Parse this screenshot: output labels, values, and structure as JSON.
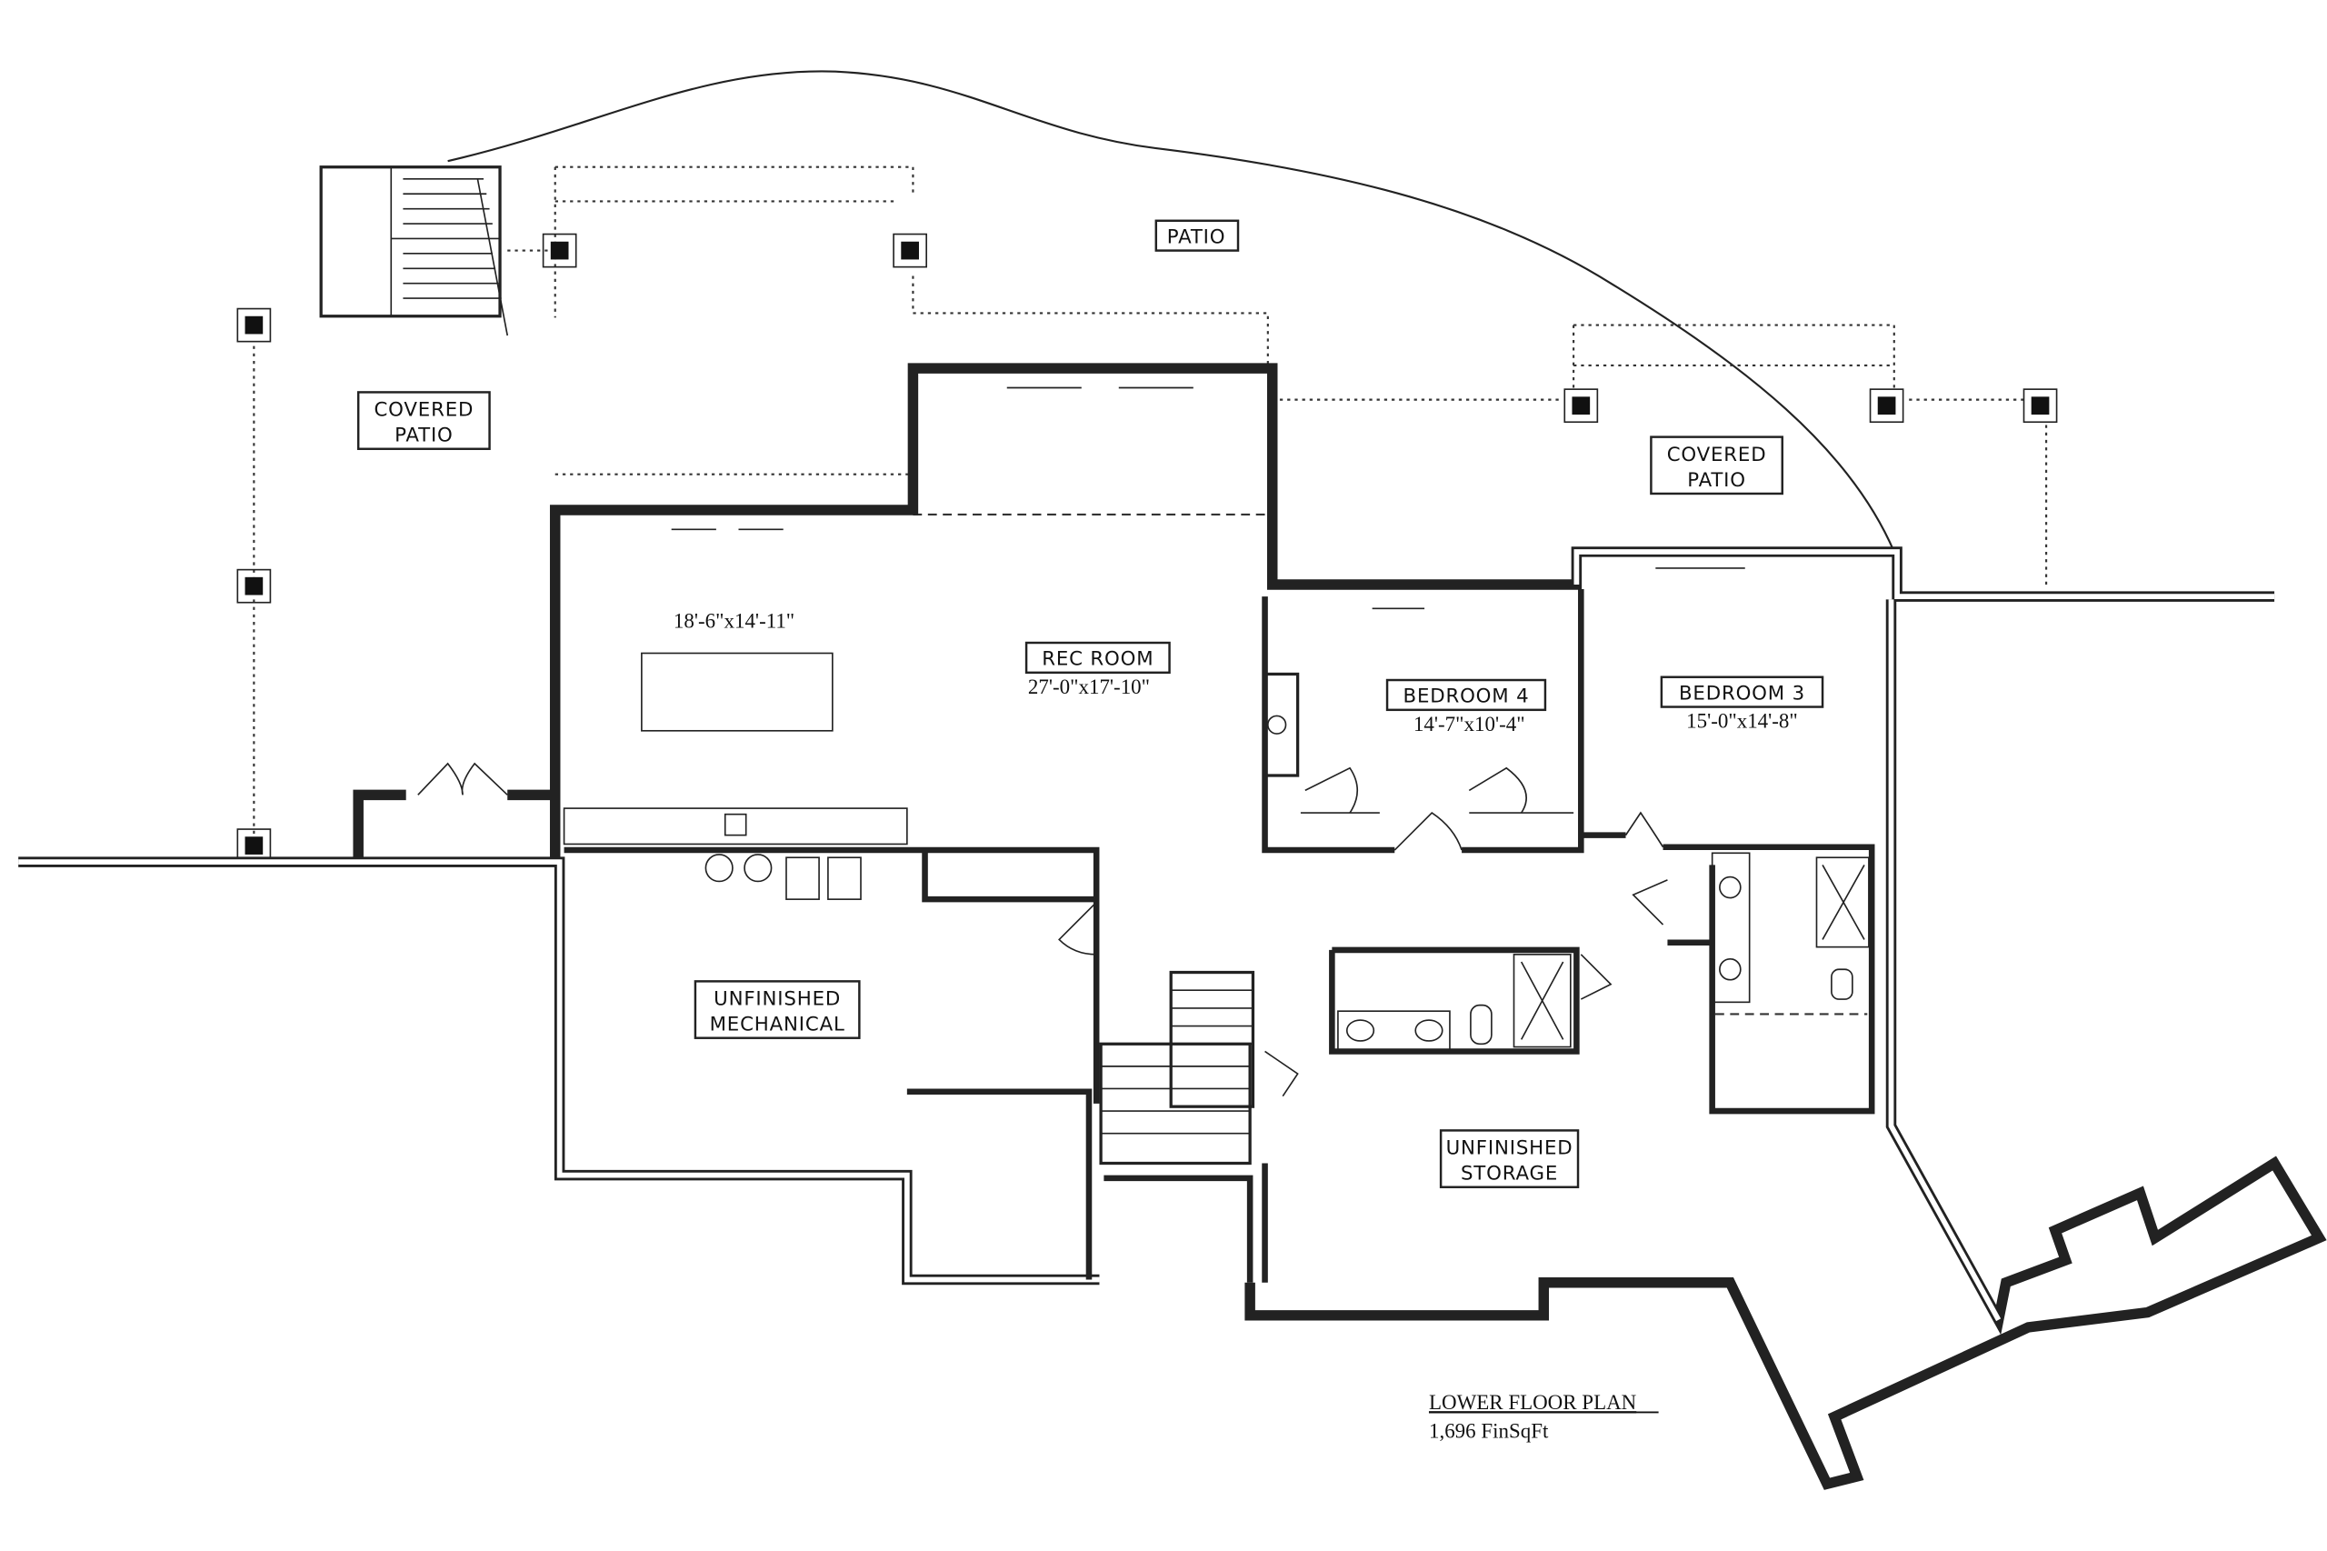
{
  "plan": {
    "title": "LOWER FLOOR PLAN",
    "finished_sqft": "1,696 FinSqFt"
  },
  "rooms": {
    "patio": {
      "name": "PATIO"
    },
    "covered_patio_left": {
      "name_line1": "COVERED",
      "name_line2": "PATIO"
    },
    "covered_patio_right": {
      "name_line1": "COVERED",
      "name_line2": "PATIO"
    },
    "bar_area": {
      "dims": "18'-6\"x14'-11\""
    },
    "rec_room": {
      "name": "REC ROOM",
      "dims": "27'-0\"x17'-10\""
    },
    "bedroom4": {
      "name": "BEDROOM 4",
      "dims": "14'-7\"x10'-4\""
    },
    "bedroom3": {
      "name": "BEDROOM 3",
      "dims": "15'-0\"x14'-8\""
    },
    "mechanical": {
      "name_line1": "UNFINISHED",
      "name_line2": "MECHANICAL"
    },
    "storage": {
      "name_line1": "UNFINISHED",
      "name_line2": "STORAGE"
    }
  }
}
